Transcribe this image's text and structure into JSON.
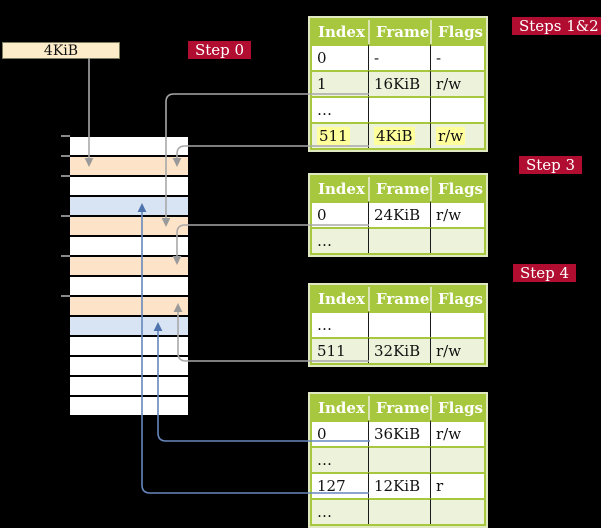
{
  "register_box": {
    "label": "4KiB"
  },
  "steps": {
    "step0": "Step 0",
    "steps12": "Steps 1&2",
    "step3": "Step 3",
    "step4": "Step 4"
  },
  "memory": {
    "rows": [
      "white",
      "peach",
      "white",
      "blue",
      "peach",
      "white",
      "peach",
      "white",
      "peach",
      "blue",
      "white",
      "white",
      "white",
      "white"
    ]
  },
  "tables": [
    {
      "name": "page-table-steps-1-2",
      "headers": [
        "Index",
        "Frame",
        "Flags"
      ],
      "rows": [
        {
          "cells": [
            "0",
            "-",
            "-"
          ],
          "shaded": false,
          "highlighted": false
        },
        {
          "cells": [
            "1",
            "16KiB",
            "r/w"
          ],
          "shaded": true,
          "highlighted": false
        },
        {
          "cells": [
            "…",
            "",
            ""
          ],
          "shaded": false,
          "highlighted": false
        },
        {
          "cells": [
            "511",
            "4KiB",
            "r/w"
          ],
          "shaded": true,
          "highlighted": true
        }
      ]
    },
    {
      "name": "page-table-step-3",
      "headers": [
        "Index",
        "Frame",
        "Flags"
      ],
      "rows": [
        {
          "cells": [
            "0",
            "24KiB",
            "r/w"
          ],
          "shaded": false,
          "highlighted": false
        },
        {
          "cells": [
            "…",
            "",
            ""
          ],
          "shaded": true,
          "highlighted": false
        }
      ]
    },
    {
      "name": "page-table-step-4",
      "headers": [
        "Index",
        "Frame",
        "Flags"
      ],
      "rows": [
        {
          "cells": [
            "…",
            "",
            ""
          ],
          "shaded": false,
          "highlighted": false
        },
        {
          "cells": [
            "511",
            "32KiB",
            "r/w"
          ],
          "shaded": true,
          "highlighted": false
        }
      ]
    },
    {
      "name": "page-table-final",
      "headers": [
        "Index",
        "Frame",
        "Flags"
      ],
      "rows": [
        {
          "cells": [
            "0",
            "36KiB",
            "r/w"
          ],
          "shaded": false,
          "highlighted": false
        },
        {
          "cells": [
            "…",
            "",
            ""
          ],
          "shaded": true,
          "highlighted": false
        },
        {
          "cells": [
            "127",
            "12KiB",
            "r"
          ],
          "shaded": false,
          "highlighted": false
        },
        {
          "cells": [
            "…",
            "",
            ""
          ],
          "shaded": true,
          "highlighted": false
        }
      ]
    }
  ],
  "colors": {
    "background": "#000000",
    "step_label_red": "#b00d31",
    "table_header_green": "#a7c83e",
    "table_row_green": "#edf2da",
    "memory_peach": "#fde3c8",
    "memory_blue": "#d8e4f4",
    "highlight_yellow": "#ffff9c",
    "register_fill": "#fcecc9",
    "connector_gray": "#a8a8a8",
    "connector_blue": "#6687bd"
  }
}
